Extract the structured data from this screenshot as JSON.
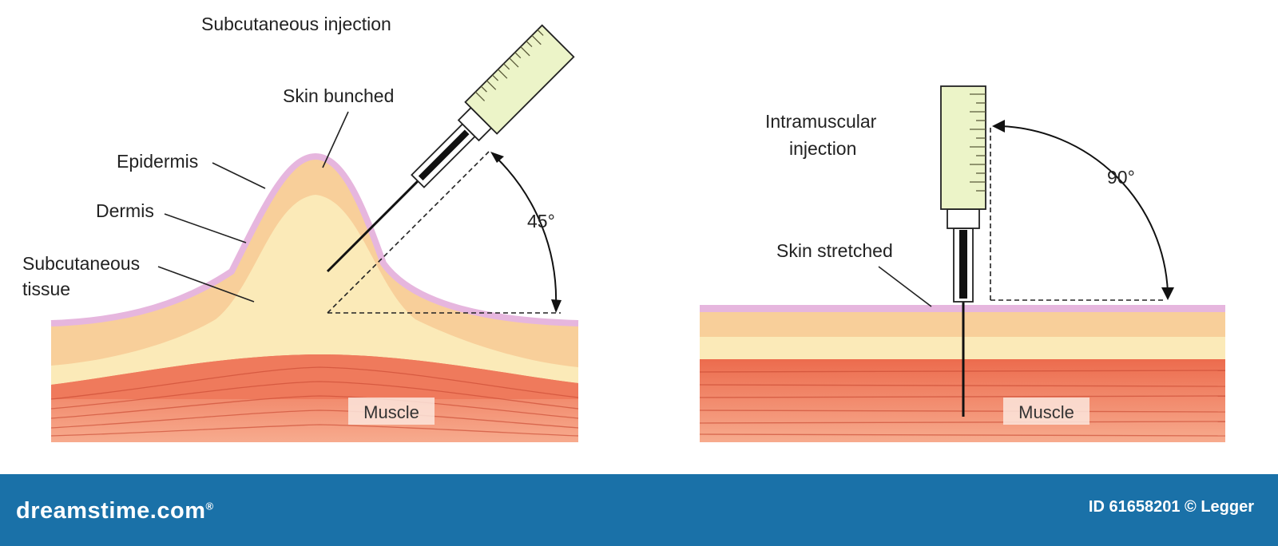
{
  "subcutaneous_panel": {
    "title": "Subcutaneous injection",
    "label_skin_bunched": "Skin bunched",
    "label_epidermis": "Epidermis",
    "label_dermis": "Dermis",
    "label_subcutaneous_line1": "Subcutaneous",
    "label_subcutaneous_line2": "tissue",
    "angle": "45°",
    "muscle": "Muscle"
  },
  "intramuscular_panel": {
    "title_line1": "Intramuscular",
    "title_line2": "injection",
    "label_skin_stretched": "Skin stretched",
    "angle": "90°",
    "muscle": "Muscle"
  },
  "colors": {
    "epidermis": "#e6b6de",
    "dermis": "#f8cf9a",
    "subcutaneous": "#fbeab8",
    "muscle_light": "#f7a68a",
    "muscle_dark": "#ec6a4c",
    "barrel": "#ecf4c8",
    "footer": "#1a71a8"
  },
  "footer": {
    "brand": "dreamstime.com",
    "reg_mark": "®",
    "stock_id": "ID 61658201 © Legger"
  }
}
